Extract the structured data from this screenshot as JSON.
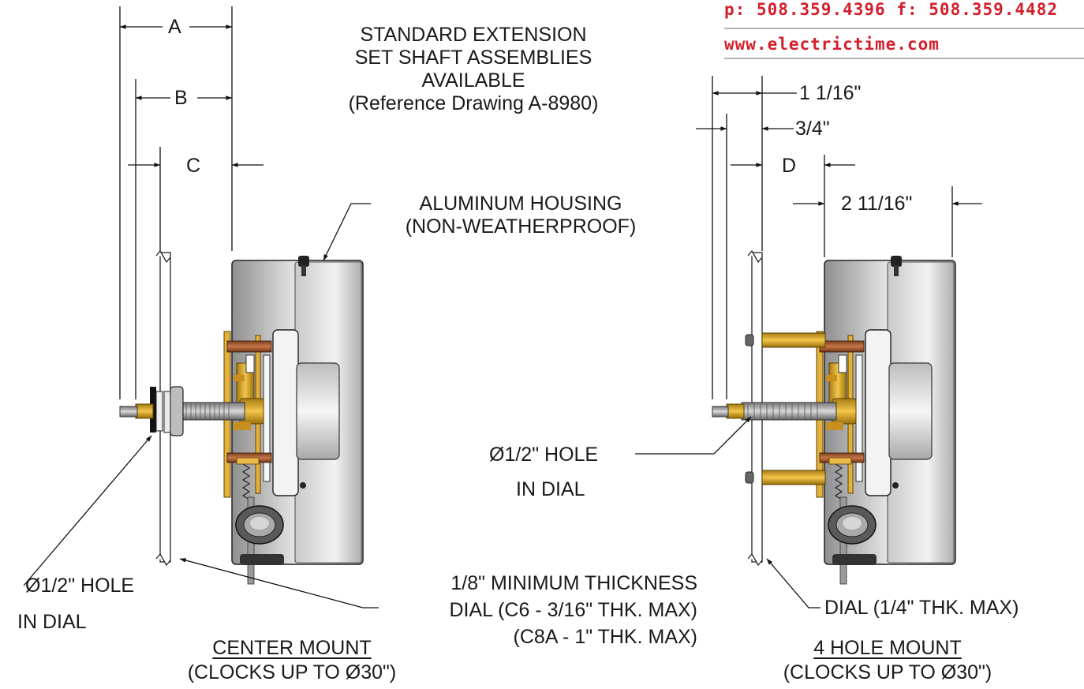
{
  "contact": {
    "phone_prefix": "p:",
    "phone": "508.359.4396",
    "fax_prefix": "f:",
    "fax": "508.359.4482",
    "website": "www.electrictime.com",
    "accent_color": "#d31f2b"
  },
  "notes": {
    "extension_line1": "STANDARD EXTENSION",
    "extension_line2": "SET SHAFT ASSEMBLIES",
    "extension_line3": "AVAILABLE",
    "extension_line4": "(Reference Drawing A-8980)",
    "housing_line1": "ALUMINUM HOUSING",
    "housing_line2": "(NON-WEATHERPROOF)",
    "thickness_line1": "1/8\" MINIMUM THICKNESS",
    "thickness_line2": "DIAL (C6 - 3/16\" THK. MAX)",
    "thickness_line3": "(C8A - 1\" THK. MAX)"
  },
  "center_mount": {
    "dim_a": "A",
    "dim_b": "B",
    "dim_c": "C",
    "hole_line1": "Ø1/2\" HOLE",
    "hole_line2": "IN DIAL",
    "title": "CENTER MOUNT",
    "subtitle": "(CLOCKS UP TO Ø30\")"
  },
  "four_hole_mount": {
    "dim_1": "1 1/16\"",
    "dim_2": "3/4\"",
    "dim_d": "D",
    "dim_housing": "2 11/16\"",
    "hole_line1": "Ø1/2\" HOLE",
    "hole_line2": "IN DIAL",
    "dial_note": "DIAL (1/4\" THK. MAX)",
    "title": "4 HOLE MOUNT",
    "subtitle": "(CLOCKS UP TO Ø30\")"
  }
}
